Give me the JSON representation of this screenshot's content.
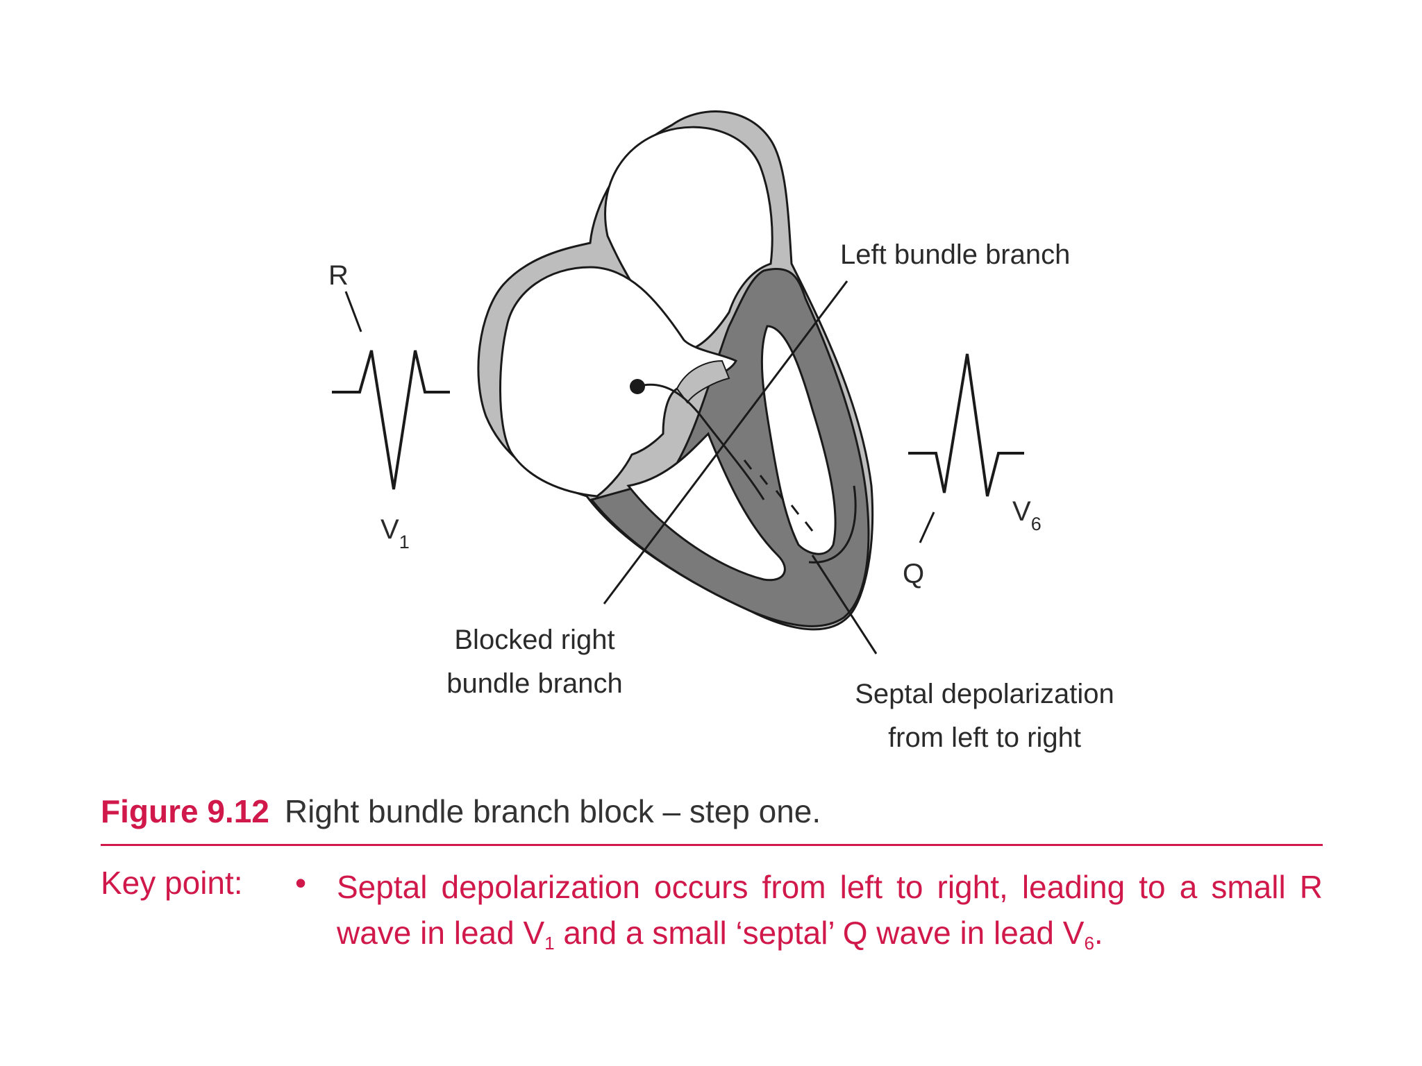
{
  "diagram": {
    "labels": {
      "r_wave": "R",
      "v1_lead": "V",
      "v1_sub": "1",
      "v6_lead": "V",
      "v6_sub": "6",
      "q_wave": "Q",
      "left_bundle_branch": "Left bundle branch",
      "blocked_right_line1": "Blocked right",
      "blocked_right_line2": "bundle branch",
      "septal_line1": "Septal depolarization",
      "septal_line2": "from left to right"
    }
  },
  "caption": {
    "figure_number": "Figure 9.12",
    "title": "Right bundle branch block – step one."
  },
  "key_point": {
    "label": "Key point:",
    "bullet": "•",
    "text_part1": "Septal depolarization occurs from left to right, leading to a small R wave in lead V",
    "sub1": "1",
    "text_part2": " and a small ‘septal’ Q wave in lead V",
    "sub2": "6",
    "text_part3": "."
  },
  "colors": {
    "accent": "#d0184a",
    "heart_light": "#bdbdbd",
    "heart_dark": "#7a7a7a",
    "outline": "#1a1a1a"
  }
}
